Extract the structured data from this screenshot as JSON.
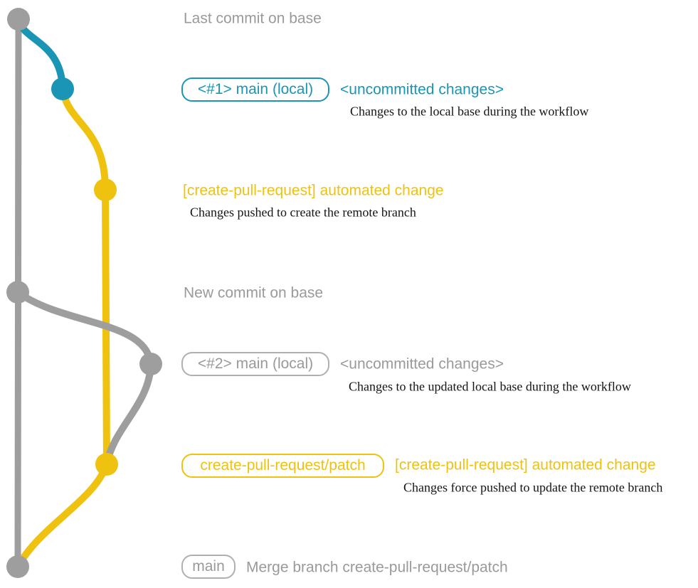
{
  "colors": {
    "blue": "#1b95b5",
    "yellow": "#eec20e",
    "gray": "#9e9e9e",
    "gray_border": "#b0b0b0",
    "text_gray": "#9a9a9a",
    "ink": "#141414",
    "background": "#ffffff"
  },
  "graph": {
    "branches": [
      {
        "name": "base",
        "color": "gray"
      },
      {
        "name": "main (local)",
        "color": "blue"
      },
      {
        "name": "create-pull-request/patch",
        "color": "yellow"
      }
    ],
    "commit_dot_colors": [
      "gray",
      "blue",
      "yellow",
      "gray",
      "gray",
      "yellow",
      "gray"
    ]
  },
  "rows": [
    {
      "type": "title",
      "text": "Last commit on base"
    },
    {
      "type": "commit",
      "badge": "<#1> main (local)",
      "message": "<uncommitted changes>",
      "note": "Changes to the local base during the workflow",
      "color": "blue"
    },
    {
      "type": "commit",
      "message": "[create-pull-request] automated change",
      "note": "Changes pushed to create the remote branch",
      "color": "yellow"
    },
    {
      "type": "title",
      "text": "New commit on base"
    },
    {
      "type": "commit",
      "badge": "<#2> main (local)",
      "message": "<uncommitted changes>",
      "note": "Changes to the updated local base during the workflow",
      "color": "gray"
    },
    {
      "type": "commit",
      "badge": "create-pull-request/patch",
      "message": "[create-pull-request] automated change",
      "note": "Changes force pushed to update the remote branch",
      "color": "yellow"
    },
    {
      "type": "merge",
      "badge": "main",
      "message": "Merge branch create-pull-request/patch",
      "color": "gray"
    }
  ]
}
